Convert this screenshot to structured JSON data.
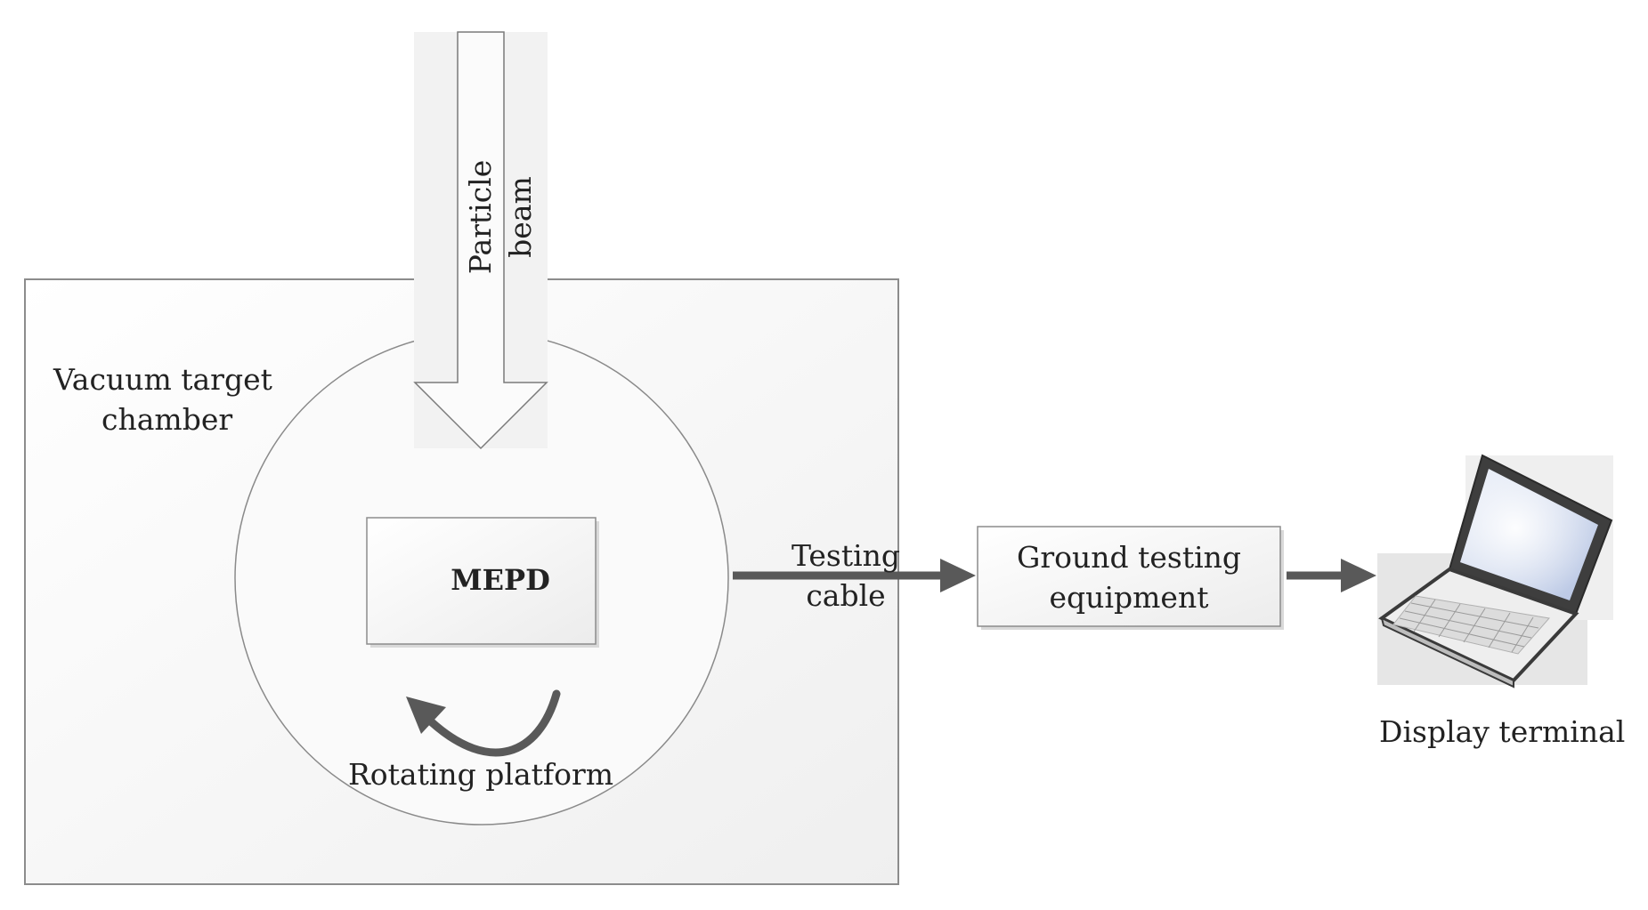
{
  "diagram": {
    "chamber_label_line1": "Vacuum target",
    "chamber_label_line2": "chamber",
    "beam_label": "Particle beam",
    "device_label": "MEPD",
    "rotation_label": "Rotating platform",
    "cable_label_line1": "Testing",
    "cable_label_line2": "cable",
    "ground_label_line1": "Ground testing",
    "ground_label_line2": "equipment",
    "terminal_label": "Display terminal"
  },
  "colors": {
    "arrow": "#595959",
    "box_fill": "#f4f4f4",
    "border": "#8c8c8c",
    "screen": "#c9d4ea"
  }
}
